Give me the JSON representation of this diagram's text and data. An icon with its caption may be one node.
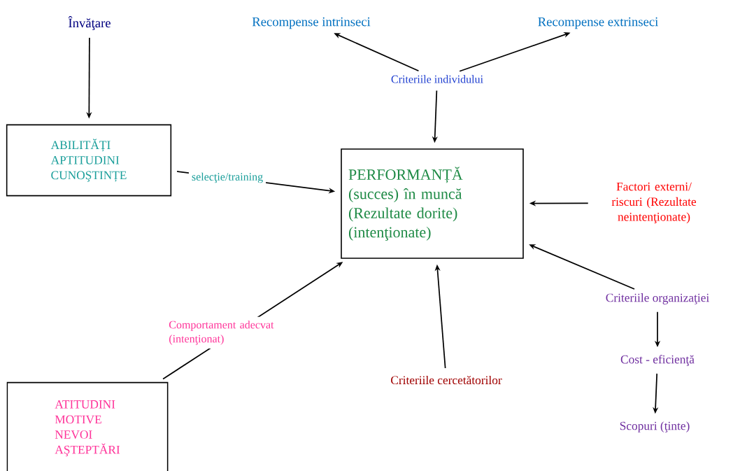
{
  "diagram": {
    "nodes": [
      {
        "text": [
          "Învăţare"
        ]
      },
      {
        "text": [
          "Recompense intrinseci"
        ]
      },
      {
        "text": [
          "Recompense extrinseci"
        ]
      },
      {
        "text": [
          "Criteriile individului"
        ]
      },
      {
        "text": [
          "ABILITĂȚI",
          "APTITUDINI",
          "CUNOŞTINȚE"
        ]
      },
      {
        "text": [
          "PERFORMANȚĂ (succes) în muncă (Rezultate dorite) (intenţionate)"
        ]
      },
      {
        "text": [
          "Factori externi/ riscuri (Rezultate neintenţionate)"
        ]
      },
      {
        "text": [
          "Criteriile organizaţiei"
        ]
      },
      {
        "text": [
          "Criteriile cercetătorilor"
        ]
      },
      {
        "text": [
          "Cost - eficienţă"
        ]
      },
      {
        "text": [
          "ATITUDINI",
          "MOTIVE",
          "NEVOI",
          "AŞTEPTĂRI"
        ]
      },
      {
        "text": [
          "Scopuri (ţinte)"
        ]
      }
    ],
    "edges": [
      {
        "from": 0,
        "to": 4,
        "arrow": "to"
      },
      {
        "from": 3,
        "to": 1,
        "arrow": "to"
      },
      {
        "from": 3,
        "to": 2,
        "arrow": "to"
      },
      {
        "from": 3,
        "to": 5,
        "arrow": "to"
      },
      {
        "from": 4,
        "to": 5,
        "arrow": "to",
        "label": "selecţie/training"
      },
      {
        "from": 6,
        "to": 5,
        "arrow": "to"
      },
      {
        "from": 7,
        "to": 5,
        "arrow": "to"
      },
      {
        "from": 7,
        "to": 9,
        "arrow": "to"
      },
      {
        "from": 9,
        "to": 11,
        "arrow": "to"
      },
      {
        "from": 8,
        "to": 5,
        "arrow": "to"
      },
      {
        "from": 10,
        "to": 5,
        "arrow": "to",
        "label": "Comportament adecvat (intenţionat)"
      }
    ]
  }
}
